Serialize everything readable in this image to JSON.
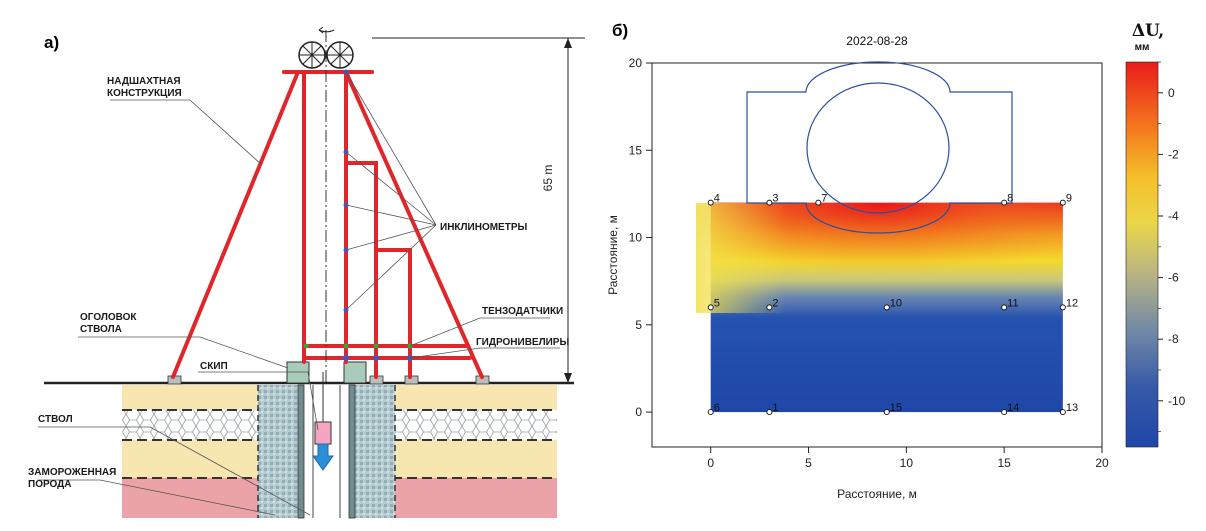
{
  "panel_a": {
    "label": "а)",
    "height_label": "65 m",
    "callouts": {
      "headframe": [
        "НАДШАХТНАЯ",
        "КОНСТРУКЦИЯ"
      ],
      "inclinometers": "ИНКЛИНОМЕТРЫ",
      "strain_gauges": "ТЕНЗОДАТЧИКИ",
      "hydrolevels": "ГИДРОНИВЕЛИРЫ",
      "shaft_collar": [
        "ОГОЛОВОК",
        "СТВОЛА"
      ],
      "skip": "СКИП",
      "shaft": "СТВОЛ",
      "frozen_ground": [
        "ЗАМОРОЖЕННАЯ",
        "ПОРОДА"
      ]
    },
    "colors": {
      "frame": "#e0262b",
      "ground_sand": "#f7e6b0",
      "ground_clay": "#eba2a8",
      "freeze": "#a9c3c9",
      "skip_box": "#f4a6c0",
      "arrow": "#2a8fd8"
    }
  },
  "panel_b": {
    "label": "б)",
    "chart_data": {
      "type": "heatmap",
      "title": "2022-08-28",
      "xlabel": "Расстояние, м",
      "ylabel": "Расстояние, м",
      "xlim": [
        -3,
        20
      ],
      "ylim": [
        -2,
        20
      ],
      "xticks": [
        "0",
        "5",
        "10",
        "15",
        "20"
      ],
      "yticks": [
        "0",
        "5",
        "10",
        "15",
        "20"
      ],
      "field_extent": {
        "x": [
          0,
          18
        ],
        "y": [
          0,
          12
        ]
      },
      "points": [
        {
          "id": "1",
          "x": 3,
          "y": 0
        },
        {
          "id": "2",
          "x": 3,
          "y": 6
        },
        {
          "id": "3",
          "x": 3,
          "y": 12
        },
        {
          "id": "4",
          "x": 0,
          "y": 12
        },
        {
          "id": "5",
          "x": 0,
          "y": 6
        },
        {
          "id": "6",
          "x": 0,
          "y": 0
        },
        {
          "id": "7",
          "x": 5.5,
          "y": 12
        },
        {
          "id": "8",
          "x": 15,
          "y": 12
        },
        {
          "id": "9",
          "x": 18,
          "y": 12
        },
        {
          "id": "10",
          "x": 9,
          "y": 6
        },
        {
          "id": "11",
          "x": 15,
          "y": 6
        },
        {
          "id": "12",
          "x": 18,
          "y": 6
        },
        {
          "id": "13",
          "x": 18,
          "y": 0
        },
        {
          "id": "14",
          "x": 15,
          "y": 0
        },
        {
          "id": "15",
          "x": 9,
          "y": 0
        }
      ],
      "colorbar": {
        "label": "ΔU,",
        "unit": "мм",
        "range": [
          -11.5,
          1
        ],
        "ticks": [
          "0",
          "-2",
          "-4",
          "-6",
          "-8",
          "-10"
        ],
        "stops": [
          "#ee1c1c",
          "#f6711c",
          "#f5c62a",
          "#d8d66a",
          "#92a8a0",
          "#4d6fb0",
          "#1f47a8"
        ]
      },
      "structure_color": "#2b4fa0"
    }
  }
}
